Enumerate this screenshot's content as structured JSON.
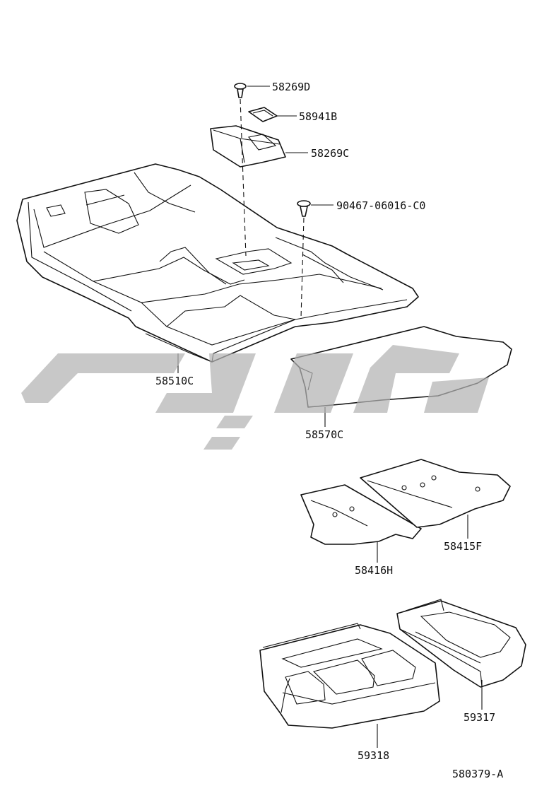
{
  "diagram": {
    "part_labels": {
      "p58269D": "58269D",
      "p58941B": "58941B",
      "p58269C": "58269C",
      "p90467": "90467-06016-C0",
      "p58510C": "58510C",
      "p58570C": "58570C",
      "p58416H": "58416H",
      "p58415F": "58415F",
      "p59317": "59317",
      "p59318": "59318"
    },
    "figure_number": "580379-A"
  },
  "colors": {
    "line": "#111111",
    "watermark": "#b3b3b3",
    "background": "#ffffff"
  }
}
